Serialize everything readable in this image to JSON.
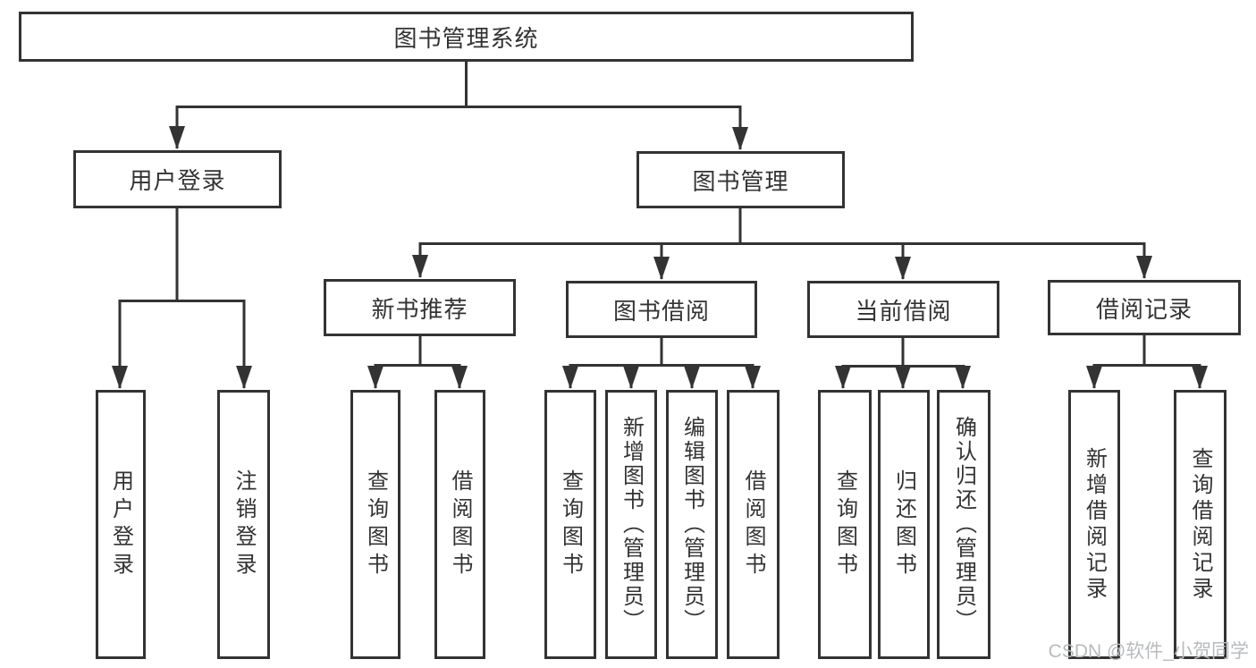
{
  "diagram": {
    "type": "hierarchy-tree",
    "root": {
      "label": "图书管理系统"
    },
    "branches": [
      {
        "label": "用户登录",
        "children": [
          {
            "label": "用户登录"
          },
          {
            "label": "注销登录"
          }
        ]
      },
      {
        "label": "图书管理",
        "children": [
          {
            "label": "新书推荐",
            "children": [
              {
                "label": "查询图书"
              },
              {
                "label": "借阅图书"
              }
            ]
          },
          {
            "label": "图书借阅",
            "children": [
              {
                "label": "查询图书"
              },
              {
                "label": "新增图书（管理员）"
              },
              {
                "label": "编辑图书（管理员）"
              },
              {
                "label": "借阅图书"
              }
            ]
          },
          {
            "label": "当前借阅",
            "children": [
              {
                "label": "查询图书"
              },
              {
                "label": "归还图书"
              },
              {
                "label": "确认归还（管理员）"
              }
            ]
          },
          {
            "label": "借阅记录",
            "children": [
              {
                "label": "新增借阅记录"
              },
              {
                "label": "查询借阅记录"
              }
            ]
          }
        ]
      }
    ]
  },
  "watermark": {
    "text": "CSDN @软件_小贺同学"
  },
  "colors": {
    "line": "#333333",
    "box_border": "#333333",
    "text": "#333333",
    "watermark": "#b8bbbd",
    "background": "#ffffff"
  }
}
